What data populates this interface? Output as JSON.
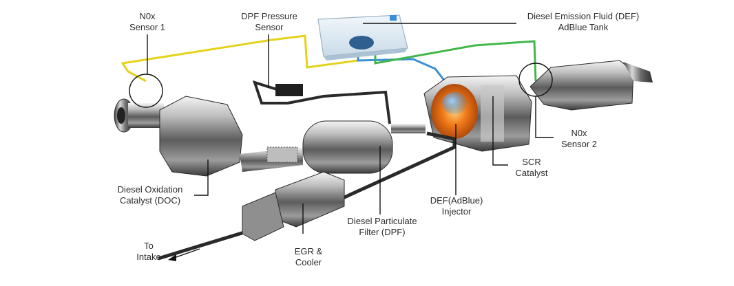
{
  "diagram": {
    "labels": {
      "nox1": {
        "line1": "N0x",
        "line2": "Sensor 1"
      },
      "dpf_pressure": {
        "line1": "DPF Pressure",
        "line2": "Sensor"
      },
      "def_tank": {
        "line1": "Diesel Emission Fluid (DEF)",
        "line2": "AdBlue Tank"
      },
      "nox2": {
        "line1": "N0x",
        "line2": "Sensor 2"
      },
      "doc": {
        "line1": "Diesel Oxidation",
        "line2": "Catalyst (DOC)"
      },
      "scr": {
        "line1": "SCR",
        "line2": "Catalyst"
      },
      "injector": {
        "line1": "DEF(AdBlue)",
        "line2": "Injector"
      },
      "dpf": {
        "line1": "Diesel Particulate",
        "line2": "Filter (DPF)"
      },
      "egr": {
        "line1": "EGR &",
        "line2": "Cooler"
      },
      "intake": {
        "line1": "To",
        "line2": "Intake"
      }
    },
    "colors": {
      "nox1_wire": "#e5d21a",
      "def_line_blue": "#3a8fd6",
      "def_line_green": "#43b64a",
      "injector_glow": "#f07a18",
      "metal": "#8a8a8a"
    }
  }
}
